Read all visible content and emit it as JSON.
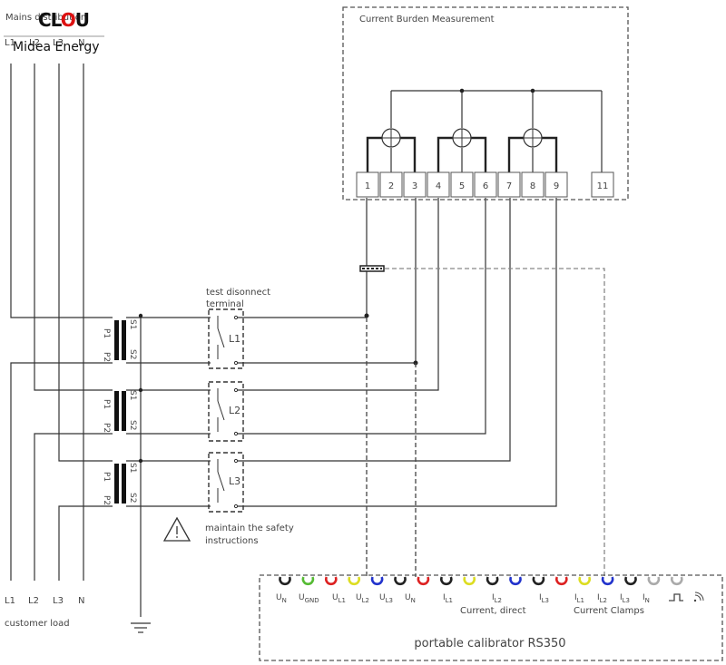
{
  "logo": {
    "mark_left": "CL",
    "mark_mid": "O",
    "mark_right": "U",
    "text": "Midea Energy"
  },
  "mains": {
    "label": "Mains distribution",
    "phases": [
      "L1",
      "L2",
      "L3",
      "N"
    ]
  },
  "burden": {
    "title": "Current Burden Measurement",
    "terminals": [
      "1",
      "2",
      "3",
      "4",
      "5",
      "6",
      "7",
      "8",
      "9",
      "11"
    ]
  },
  "ct": {
    "primary_top": "P1",
    "primary_bottom": "P2",
    "secondary_top": "S1",
    "secondary_bottom": "S2"
  },
  "terminal_block": {
    "label_line1": "test disonnect",
    "label_line2": "terminal",
    "phases": [
      "L1",
      "L2",
      "L3"
    ]
  },
  "warning": {
    "line1": "maintain the safety",
    "line2": "instructions"
  },
  "load": {
    "label": "customer load",
    "phases": [
      "L1",
      "L2",
      "L3",
      "N"
    ]
  },
  "calibrator": {
    "title": "portable calibrator RS350",
    "group_direct": "Current, direct",
    "group_clamps": "Current Clamps",
    "terminals": [
      {
        "main": "U",
        "sub": "N"
      },
      {
        "main": "U",
        "sub": "GND"
      },
      {
        "main": "U",
        "sub": "L1"
      },
      {
        "main": "U",
        "sub": "L2"
      },
      {
        "main": "U",
        "sub": "L3"
      },
      {
        "main": "U",
        "sub": "N"
      },
      {
        "main": "I",
        "sub": "L1"
      },
      {
        "main": "I",
        "sub": "L2"
      },
      {
        "main": "I",
        "sub": "L3"
      },
      {
        "main": "I",
        "sub": "L1"
      },
      {
        "main": "I",
        "sub": "L2"
      },
      {
        "main": "I",
        "sub": "L3"
      },
      {
        "main": "I",
        "sub": "N"
      }
    ],
    "connector_colors": [
      "#222222",
      "#55bb33",
      "#dd2222",
      "#dddd22",
      "#2233cc",
      "#222222",
      "#dd2222",
      "#222222",
      "#dddd22",
      "#222222",
      "#2233cc",
      "#222222",
      "#dd2222",
      "#dddd22",
      "#2233cc",
      "#222222",
      "#aaaaaa",
      "#aaaaaa"
    ]
  }
}
